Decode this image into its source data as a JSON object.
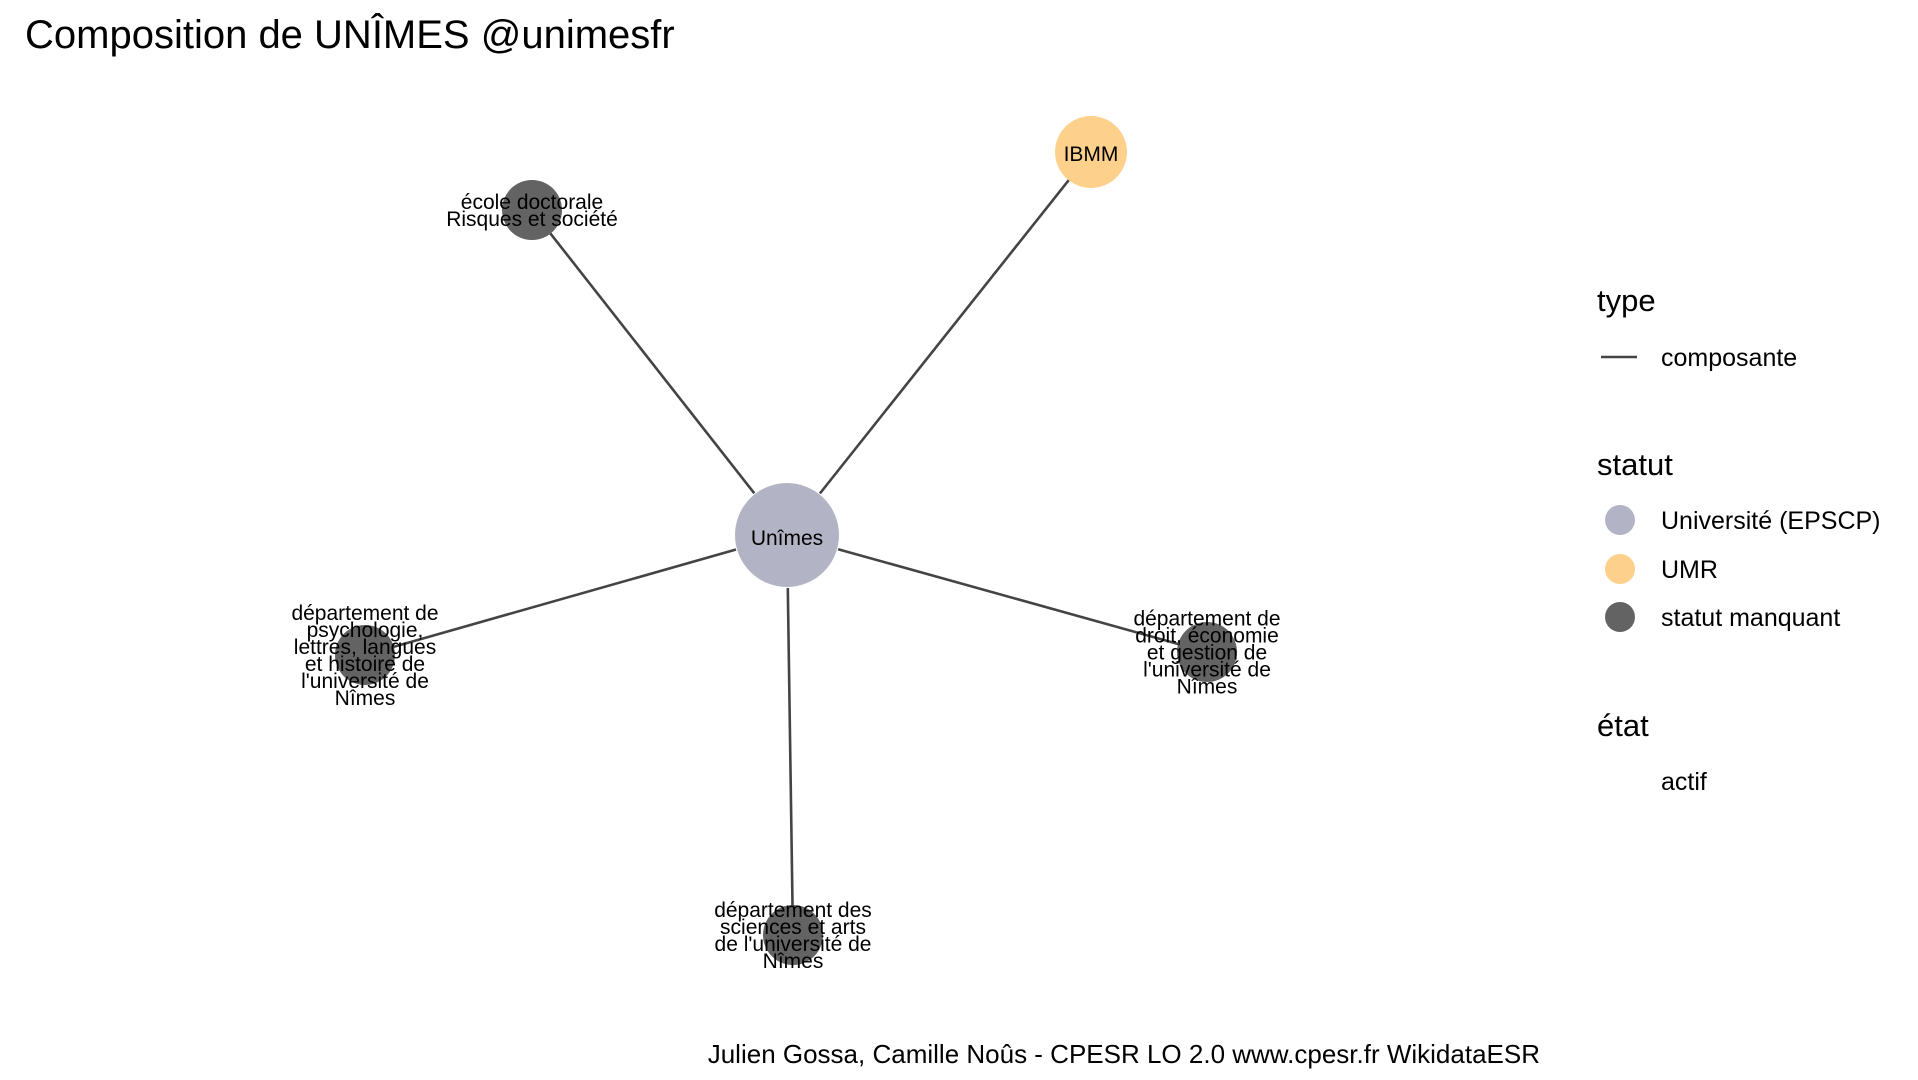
{
  "title": "Composition de UNÎMES @unimesfr",
  "caption": "Julien Gossa, Camille Noûs - CPESR LO 2.0 www.cpesr.fr WikidataESR",
  "colors": {
    "edge": "#444444",
    "universite": "#b3b3c6",
    "umr": "#fdd08b",
    "manquant": "#636363"
  },
  "nodes": [
    {
      "id": "unimes",
      "lines": [
        "Unîmes"
      ],
      "statut": "Université (EPSCP)"
    },
    {
      "id": "ibmm",
      "lines": [
        "IBMM"
      ],
      "statut": "UMR"
    },
    {
      "id": "ecole-doctorale",
      "lines": [
        "école doctorale",
        "Risques et société"
      ],
      "statut": "statut manquant"
    },
    {
      "id": "dept-psychologie",
      "lines": [
        "département de",
        "psychologie,",
        "lettres, langues",
        "et histoire de",
        "l'université de",
        "Nîmes"
      ],
      "statut": "statut manquant"
    },
    {
      "id": "dept-sciences",
      "lines": [
        "département des",
        "sciences et arts",
        "de l'université de",
        "Nîmes"
      ],
      "statut": "statut manquant"
    },
    {
      "id": "dept-droit",
      "lines": [
        "département de",
        "droit, économie",
        "et gestion de",
        "l'université de",
        "Nîmes"
      ],
      "statut": "statut manquant"
    }
  ],
  "edges": [
    {
      "from": "unimes",
      "to": "ibmm",
      "type": "composante"
    },
    {
      "from": "unimes",
      "to": "ecole-doctorale",
      "type": "composante"
    },
    {
      "from": "unimes",
      "to": "dept-psychologie",
      "type": "composante"
    },
    {
      "from": "unimes",
      "to": "dept-sciences",
      "type": "composante"
    },
    {
      "from": "unimes",
      "to": "dept-droit",
      "type": "composante"
    }
  ],
  "legend": {
    "type": {
      "title": "type",
      "items": [
        {
          "label": "composante",
          "symbol": "line"
        }
      ]
    },
    "statut": {
      "title": "statut",
      "items": [
        {
          "label": "Université (EPSCP)",
          "symbol": "circle",
          "color": "#b3b3c6"
        },
        {
          "label": "UMR",
          "symbol": "circle",
          "color": "#fdd08b"
        },
        {
          "label": "statut manquant",
          "symbol": "circle",
          "color": "#636363"
        }
      ]
    },
    "etat": {
      "title": "état",
      "items": [
        {
          "label": "actif",
          "symbol": "none"
        }
      ]
    }
  }
}
